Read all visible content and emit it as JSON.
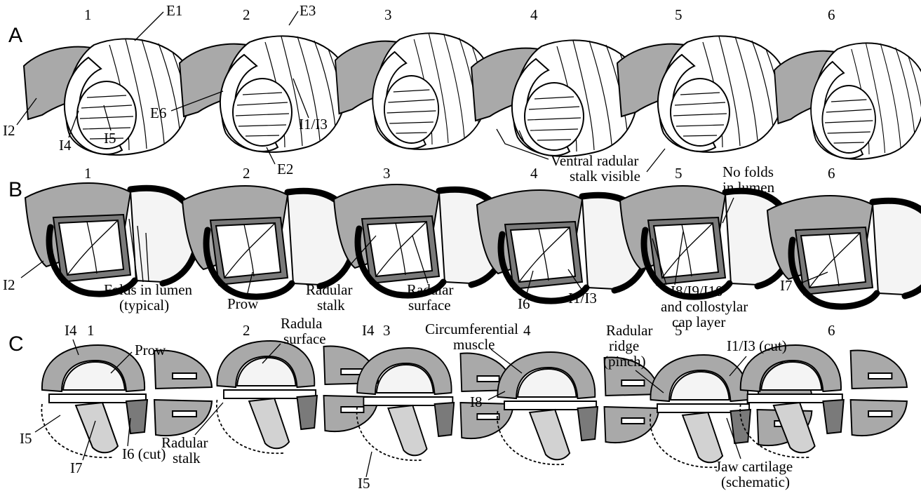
{
  "row_labels": {
    "a": "A",
    "b": "B",
    "c": "C"
  },
  "column_numbers": [
    "1",
    "2",
    "3",
    "4",
    "5",
    "6"
  ],
  "row_a": {
    "e1": "E1",
    "i2": "I2",
    "i4": "I4",
    "i5": "I5",
    "e3": "E3",
    "e6": "E6",
    "e2": "E2",
    "i1_i3": "I1/I3",
    "ventral_1": "Ventral radular",
    "ventral_2": "stalk visible"
  },
  "row_b": {
    "i2": "I2",
    "folds_1": "Folds in lumen",
    "folds_2": "(typical)",
    "prow": "Prow",
    "stalk_1": "Radular",
    "stalk_2": "stalk",
    "surface_1": "Radular",
    "surface_2": "surface",
    "i6": "I6",
    "i1_i3": "I1/I3",
    "i8_1": "I8/I9/I10",
    "i8_2": "and collostylar",
    "i8_3": "cap layer",
    "nofolds_1": "No folds",
    "nofolds_2": "in lumen",
    "i7": "I7"
  },
  "row_c": {
    "i4": "I4",
    "prow": "Prow",
    "i5": "I5",
    "i7": "I7",
    "i6_cut": "I6 (cut)",
    "radula_1": "Radula",
    "radula_2": "surface",
    "stalk_1": "Radular",
    "stalk_2": "stalk",
    "i4_3": "I4",
    "i5_3": "I5",
    "circ_1": "Circumferential",
    "circ_2": "muscle",
    "i8": "I8",
    "ridge_1": "Radular",
    "ridge_2": "ridge",
    "ridge_3": "(pinch)",
    "i1_i3_cut": "I1/I3 (cut)",
    "jaw_1": "Jaw cartilage",
    "jaw_2": "(schematic)"
  }
}
